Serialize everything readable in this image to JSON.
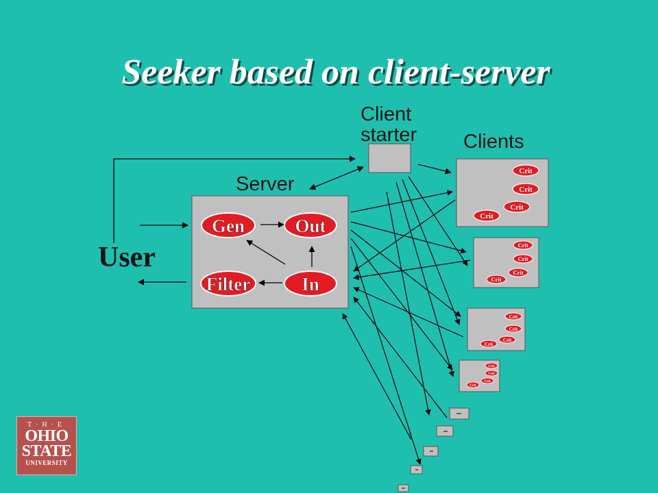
{
  "title": "Seeker based on client-server",
  "labels": {
    "client_starter_line1": "Client",
    "client_starter_line2": "starter",
    "clients": "Clients",
    "server": "Server",
    "user": "User"
  },
  "server_nodes": {
    "gen": "Gen",
    "out": "Out",
    "filter": "Filter",
    "in": "In"
  },
  "client_node_label": "Crit",
  "logo": {
    "line1": "T·H·E",
    "line2": "OHIO",
    "line3": "STATE",
    "line4": "UNIVERSITY"
  },
  "colors": {
    "background": "#1fbfb0",
    "box_fill": "#c0c0c0",
    "node_fill": "#e31b23",
    "logo_fill": "#b6524e"
  }
}
